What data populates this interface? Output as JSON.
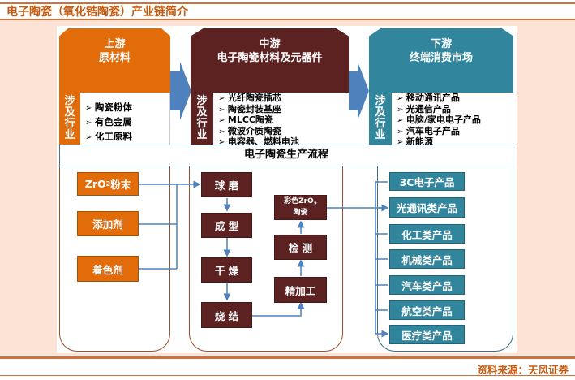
{
  "title": "电子陶瓷（氧化锆陶瓷）产业链简介",
  "source": "资料来源：天风证券",
  "colors": {
    "upstream": "#e26b0a",
    "midstream": "#5c2121",
    "downstream": "#31859c",
    "arrow": "#4f81bd"
  },
  "upstream": {
    "title": "上游",
    "subtitle": "原材料",
    "side": "涉及行业",
    "items": [
      "陶瓷粉体",
      "有色金属",
      "化工原料"
    ]
  },
  "midstream": {
    "title": "中游",
    "subtitle": "电子陶瓷材料及元器件",
    "side": "涉及行业",
    "items": [
      "光纤陶瓷插芯",
      "陶瓷封装基座",
      "MLCC陶瓷",
      "微波介质陶瓷",
      "电容器、燃料电池"
    ]
  },
  "downstream": {
    "title": "下游",
    "subtitle": "终端消费市场",
    "side": "涉及行业",
    "items": [
      "移动通讯产品",
      "光通信产品",
      "电脑/家电电子产品",
      "汽车电子产品",
      "新能源"
    ]
  },
  "process_title": "电子陶瓷生产流程",
  "inputs": [
    {
      "label": "ZrO",
      "sub": "2",
      "suffix": "粉末"
    },
    {
      "label": "添加剂"
    },
    {
      "label": "着色剂"
    }
  ],
  "steps_left": [
    "球 磨",
    "成 型",
    "干 燥",
    "烧 结"
  ],
  "steps_right": [
    "精加工",
    "检 测"
  ],
  "product": {
    "line1": "彩色ZrO",
    "sub": "2",
    "line2": "陶瓷"
  },
  "outputs": [
    "3C电子产品",
    "光通讯类产品",
    "化工类产品",
    "机械类产品",
    "汽车类产品",
    "航空类产品",
    "医疗类产品"
  ]
}
